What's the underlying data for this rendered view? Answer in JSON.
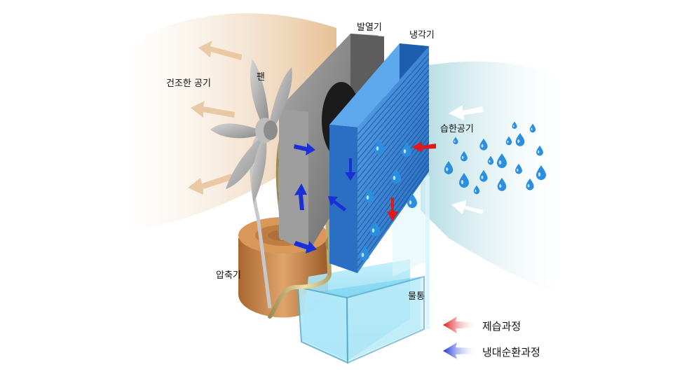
{
  "labels": {
    "condenser": "발열기",
    "evaporator": "냉각기",
    "fan": "팬",
    "dry_air": "건조한 공기",
    "humid_air": "습한공기",
    "compressor": "압축기",
    "water_tank": "물통"
  },
  "legend": [
    {
      "label": "제습과정",
      "color": "#e01818"
    },
    {
      "label": "냉대순환과정",
      "color": "#1a2fd6"
    }
  ],
  "colors": {
    "warm_air": "#e9c9a4",
    "cool_air": "#cfe8ec",
    "evaporator": "#2f7fd6",
    "condenser": "#8c8c8c",
    "compressor": "#c98a4e",
    "water": "#9fe0f4",
    "droplet": "#2a8fe0"
  }
}
